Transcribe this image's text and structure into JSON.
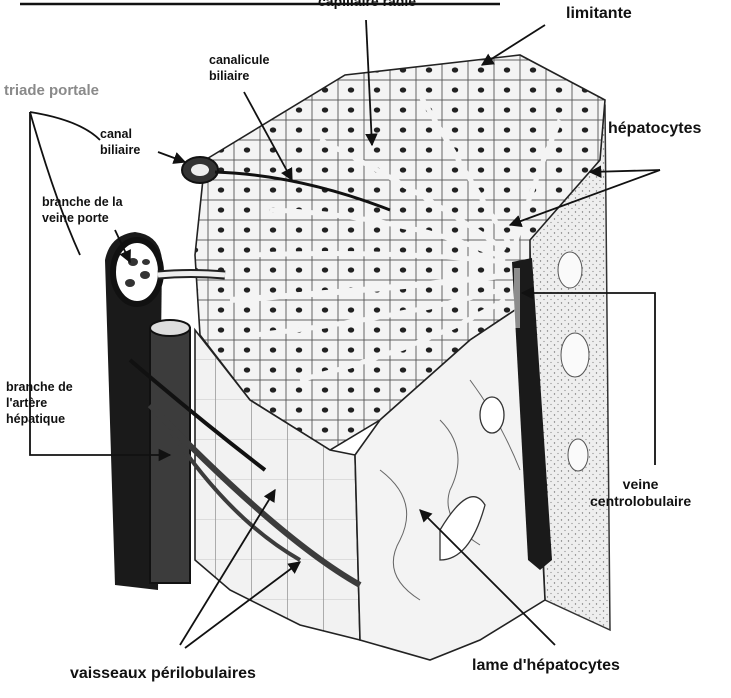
{
  "labels": {
    "capillaire": "capillaire radié",
    "limitante": "limitante",
    "canalicule": "canalicule\nbiliaire",
    "triade": "triade portale",
    "canal": "canal\nbiliaire",
    "hepatocytes": "hépatocytes",
    "veine_porte": "branche de la\nveine porte",
    "artere": "branche de\nl'artère\nhépatique",
    "veine_centro": "veine\ncentrolobulaire",
    "vaisseaux": "vaisseaux périlobulaires",
    "lame": "lame d'hépatocytes"
  },
  "colors": {
    "ink": "#111111",
    "triade_label": "#8a8a8a",
    "vessel_dark": "#1a1a1a",
    "vessel_gray": "#3c3c3c",
    "stipple_panel": "#ececec"
  }
}
